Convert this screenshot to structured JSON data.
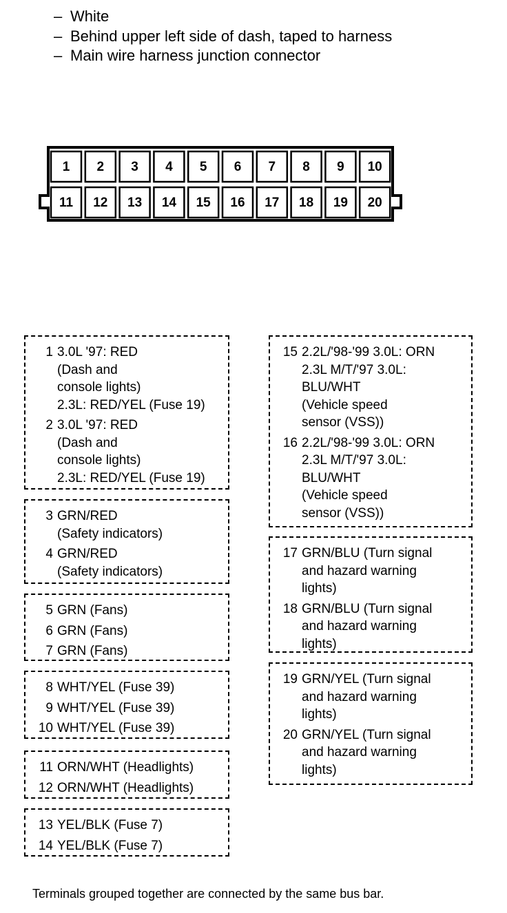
{
  "header": {
    "lines": [
      "White",
      "Behind upper left side of dash, taped to harness",
      "Main wire harness junction connector"
    ]
  },
  "connector": {
    "top_row": [
      "1",
      "2",
      "3",
      "4",
      "5",
      "6",
      "7",
      "8",
      "9",
      "10"
    ],
    "bottom_row": [
      "11",
      "12",
      "13",
      "14",
      "15",
      "16",
      "17",
      "18",
      "19",
      "20"
    ]
  },
  "groups": [
    {
      "entries": [
        {
          "num": "1",
          "desc": "3.0L '97: RED\n(Dash and\nconsole lights)\n2.3L: RED/YEL (Fuse 19)"
        },
        {
          "num": "2",
          "desc": "3.0L '97: RED\n(Dash and\nconsole lights)\n2.3L: RED/YEL (Fuse 19)"
        }
      ]
    },
    {
      "entries": [
        {
          "num": "3",
          "desc": "GRN/RED\n(Safety indicators)"
        },
        {
          "num": "4",
          "desc": "GRN/RED\n(Safety indicators)"
        }
      ]
    },
    {
      "entries": [
        {
          "num": "5",
          "desc": "GRN (Fans)"
        },
        {
          "num": "6",
          "desc": "GRN (Fans)"
        },
        {
          "num": "7",
          "desc": "GRN (Fans)"
        }
      ]
    },
    {
      "entries": [
        {
          "num": "8",
          "desc": "WHT/YEL (Fuse 39)"
        },
        {
          "num": "9",
          "desc": "WHT/YEL (Fuse 39)"
        },
        {
          "num": "10",
          "desc": "WHT/YEL (Fuse 39)"
        }
      ]
    },
    {
      "entries": [
        {
          "num": "11",
          "desc": "ORN/WHT (Headlights)"
        },
        {
          "num": "12",
          "desc": "ORN/WHT (Headlights)"
        }
      ]
    },
    {
      "entries": [
        {
          "num": "13",
          "desc": "YEL/BLK (Fuse 7)"
        },
        {
          "num": "14",
          "desc": "YEL/BLK (Fuse 7)"
        }
      ]
    },
    {
      "entries": [
        {
          "num": "15",
          "desc": "2.2L/'98-'99 3.0L: ORN\n2.3L M/T/'97 3.0L:\nBLU/WHT\n(Vehicle speed\nsensor (VSS))"
        },
        {
          "num": "16",
          "desc": "2.2L/'98-'99 3.0L: ORN\n2.3L M/T/'97 3.0L:\nBLU/WHT\n(Vehicle speed\nsensor (VSS))"
        }
      ]
    },
    {
      "entries": [
        {
          "num": "17",
          "desc": "GRN/BLU (Turn signal\nand hazard warning\nlights)"
        },
        {
          "num": "18",
          "desc": "GRN/BLU (Turn signal\nand hazard warning\nlights)"
        }
      ]
    },
    {
      "entries": [
        {
          "num": "19",
          "desc": "GRN/YEL (Turn signal\nand hazard warning\nlights)"
        },
        {
          "num": "20",
          "desc": "GRN/YEL (Turn signal\nand hazard warning\nlights)"
        }
      ]
    }
  ],
  "footer": "Terminals grouped together are connected by the same bus bar."
}
